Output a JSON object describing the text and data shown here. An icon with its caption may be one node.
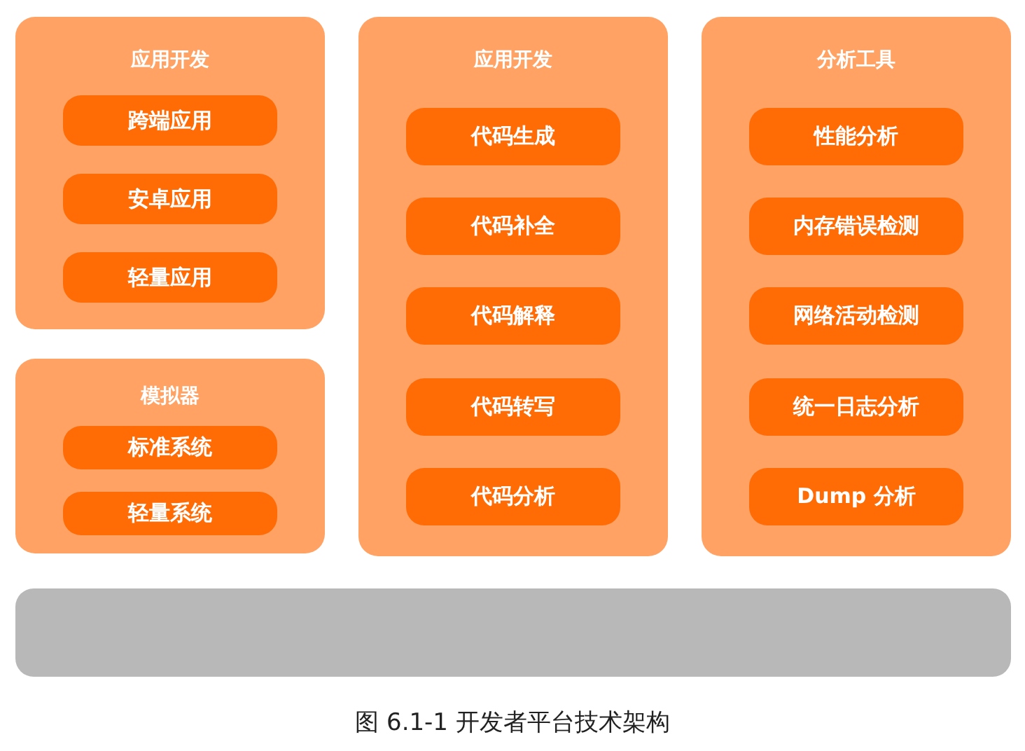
{
  "diagram": {
    "caption": "图 6.1-1 开发者平台技术架构",
    "nodes": [
      {
        "text": [
          "应用开发"
        ]
      },
      {
        "text": [
          "跨端应用"
        ],
        "in": 0
      },
      {
        "text": [
          "安卓应用"
        ],
        "in": 0
      },
      {
        "text": [
          "轻量应用"
        ],
        "in": 0
      },
      {
        "text": [
          "模拟器"
        ]
      },
      {
        "text": [
          "标准系统"
        ],
        "in": 4
      },
      {
        "text": [
          "轻量系统"
        ],
        "in": 4
      },
      {
        "text": [
          "应用开发"
        ]
      },
      {
        "text": [
          "代码生成"
        ],
        "in": 7
      },
      {
        "text": [
          "代码补全"
        ],
        "in": 7
      },
      {
        "text": [
          "代码解释"
        ],
        "in": 7
      },
      {
        "text": [
          "代码转写"
        ],
        "in": 7
      },
      {
        "text": [
          "代码分析"
        ],
        "in": 7
      },
      {
        "text": [
          "分析工具"
        ]
      },
      {
        "text": [
          "性能分析"
        ],
        "in": 13
      },
      {
        "text": [
          "内存错误检测"
        ],
        "in": 13
      },
      {
        "text": [
          "网络活动检测"
        ],
        "in": 13
      },
      {
        "text": [
          "统一日志分析"
        ],
        "in": 13
      },
      {
        "text": [
          "Dump 分析"
        ],
        "in": 13
      },
      {
        "text": [],
        "shape": "bar"
      }
    ]
  }
}
